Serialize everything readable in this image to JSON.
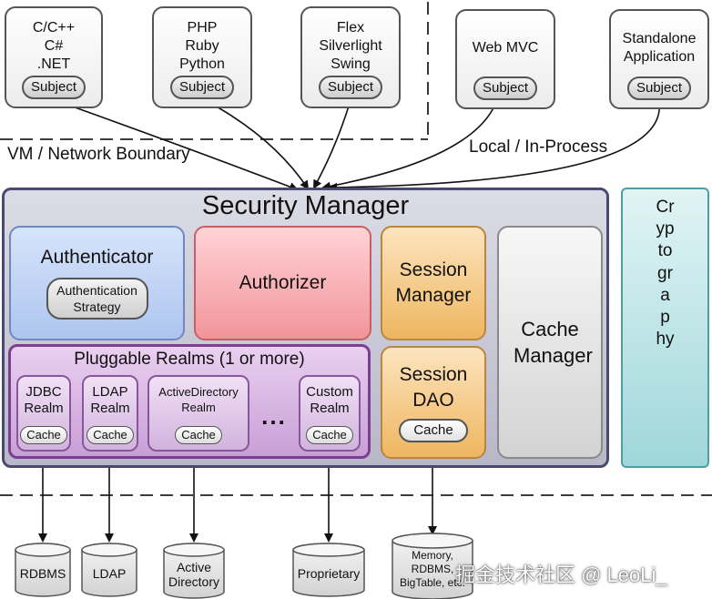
{
  "clients": [
    {
      "lines": [
        "C/C++",
        "C#",
        ".NET"
      ],
      "subject": "Subject"
    },
    {
      "lines": [
        "PHP",
        "Ruby",
        "Python"
      ],
      "subject": "Subject"
    },
    {
      "lines": [
        "Flex",
        "Silverlight",
        "Swing"
      ],
      "subject": "Subject"
    },
    {
      "lines": [
        "Web MVC"
      ],
      "subject": "Subject"
    },
    {
      "lines": [
        "Standalone",
        "Application"
      ],
      "subject": "Subject"
    }
  ],
  "boundaries": {
    "vm_network": "VM / Network Boundary",
    "local_in_process": "Local / In-Process"
  },
  "security_manager": {
    "title": "Security Manager",
    "authenticator": {
      "title": "Authenticator",
      "strategy": "Authentication Strategy"
    },
    "authorizer": "Authorizer",
    "session_manager": "Session Manager",
    "session_dao": {
      "title": "Session DAO",
      "cache": "Cache"
    },
    "cache_manager": "Cache Manager",
    "realms": {
      "title": "Pluggable Realms (1 or more)",
      "items": [
        {
          "title": "JDBC Realm",
          "cache": "Cache"
        },
        {
          "title": "LDAP Realm",
          "cache": "Cache"
        },
        {
          "title": "ActiveDirectory Realm",
          "cache": "Cache"
        },
        {
          "title": "Custom Realm",
          "cache": "Cache"
        }
      ],
      "ellipsis": "..."
    }
  },
  "cryptography": "Cryptography",
  "datastores": [
    {
      "lines": [
        "RDBMS"
      ]
    },
    {
      "lines": [
        "LDAP"
      ]
    },
    {
      "lines": [
        "Active",
        "Directory"
      ]
    },
    {
      "lines": [
        "Proprietary"
      ]
    },
    {
      "lines": [
        "Memory,",
        "RDBMS,",
        "BigTable, etc."
      ]
    }
  ],
  "watermark": "掘金技术社区 @ LeoLi_"
}
